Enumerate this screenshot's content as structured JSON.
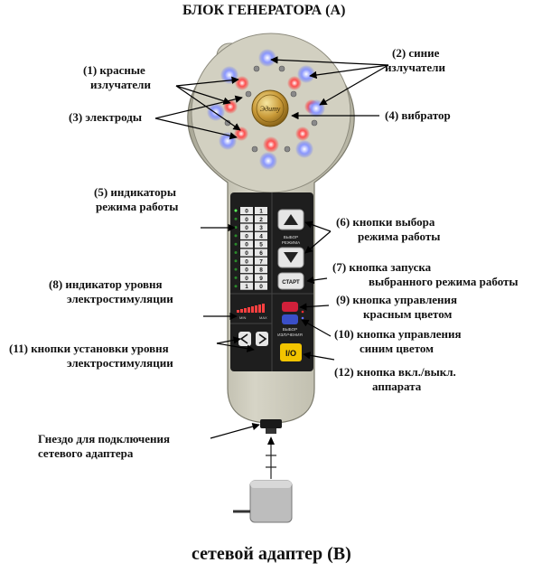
{
  "title": "БЛОК ГЕНЕРАТОРА (А)",
  "bottom_title": "сетевой адаптер (В)",
  "labels": {
    "red_emitters_1": "(1) красные",
    "red_emitters_2": "излучатели",
    "blue_emitters_1": "(2) синие",
    "blue_emitters_2": "излучатели",
    "electrodes": "(3) электроды",
    "vibrator": "(4) вибратор",
    "mode_indicators_1": "(5) индикаторы",
    "mode_indicators_2": "режима работы",
    "mode_buttons_1": "(6) кнопки выбора",
    "mode_buttons_2": "режима работы",
    "start_button_1": "(7) кнопка запуска",
    "start_button_2": "выбранного режима работы",
    "stim_indicator_1": "(8) индикатор уровня",
    "stim_indicator_2": "электростимуляции",
    "red_button_1": "(9) кнопка управления",
    "red_button_2": "красным  цветом",
    "blue_button_1": "(10) кнопка управления",
    "blue_button_2": "синим цветом",
    "stim_buttons_1": "(11) кнопки установки уровня",
    "stim_buttons_2": "электростимуляции",
    "power_button_1": "(12)  кнопка вкл./выкл.",
    "power_button_2": "аппарата",
    "socket_1": "Гнездо для подключения",
    "socket_2": "сетевого адаптера"
  },
  "panel": {
    "mode_rows": [
      [
        "0",
        "1"
      ],
      [
        "0",
        "2"
      ],
      [
        "0",
        "3"
      ],
      [
        "0",
        "4"
      ],
      [
        "0",
        "5"
      ],
      [
        "0",
        "6"
      ],
      [
        "0",
        "7"
      ],
      [
        "0",
        "8"
      ],
      [
        "0",
        "9"
      ],
      [
        "1",
        "0"
      ]
    ],
    "mode_select_label_1": "ВЫБОР",
    "mode_select_label_2": "РЕЖИМА",
    "start_label": "СТАРТ",
    "emission_label_1": "ВЫБОР",
    "emission_label_2": "ИЗЛУЧЕНИЯ",
    "stim_min": "MIN",
    "stim_max": "MAX",
    "power_symbol": "I/O",
    "emblem_text": "Эдиту"
  },
  "colors": {
    "device_body": "#c8c6b8",
    "panel": "#1e1e1e",
    "red_led": "#ff2a2a",
    "blue_led": "#5a6cff",
    "red_button": "#d0203a",
    "blue_button": "#3a4fc8",
    "power_button": "#f2c400"
  }
}
